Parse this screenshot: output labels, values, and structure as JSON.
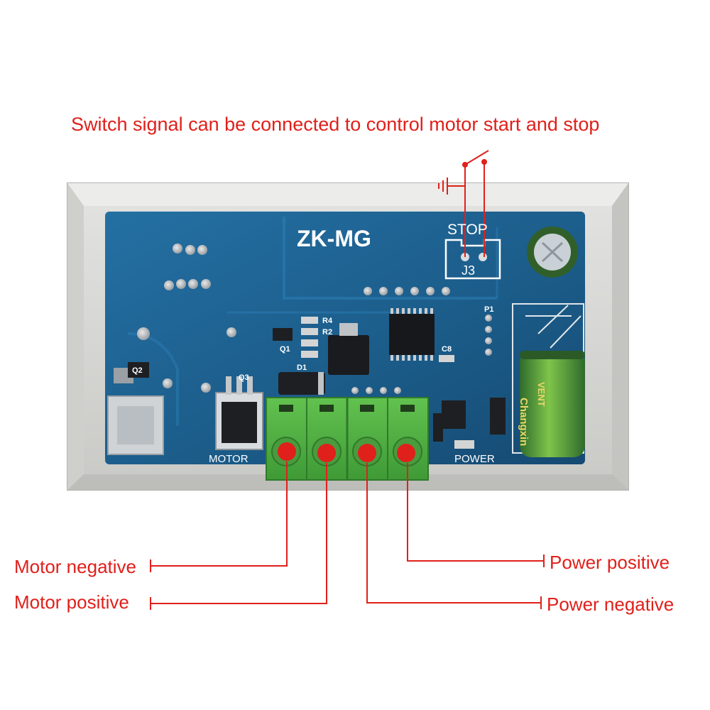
{
  "headline": "Switch signal can be connected to control motor start and stop",
  "board": {
    "model": "ZK-MG",
    "stop_label": "STOP",
    "jumper_label": "J3",
    "motor_label": "MOTOR",
    "power_label": "POWER",
    "p1_label": "P1",
    "r4_label": "R4",
    "r2_label": "R2",
    "q1_label": "Q1",
    "q2_label": "Q2",
    "q3_label": "Q3",
    "d1_label": "D1",
    "c8_label": "C8",
    "cap_brand": "Changxin",
    "cap_vent": "VENT"
  },
  "terminals": {
    "motor_negative": "Motor negative",
    "motor_positive": "Motor positive",
    "power_positive": "Power positive",
    "power_negative": "Power negative"
  },
  "colors": {
    "callout_red": "#e0201b",
    "pcb_blue": "#1d5f8c",
    "terminal_green": "#59b74a",
    "case_gray": "#d4d4d2"
  }
}
